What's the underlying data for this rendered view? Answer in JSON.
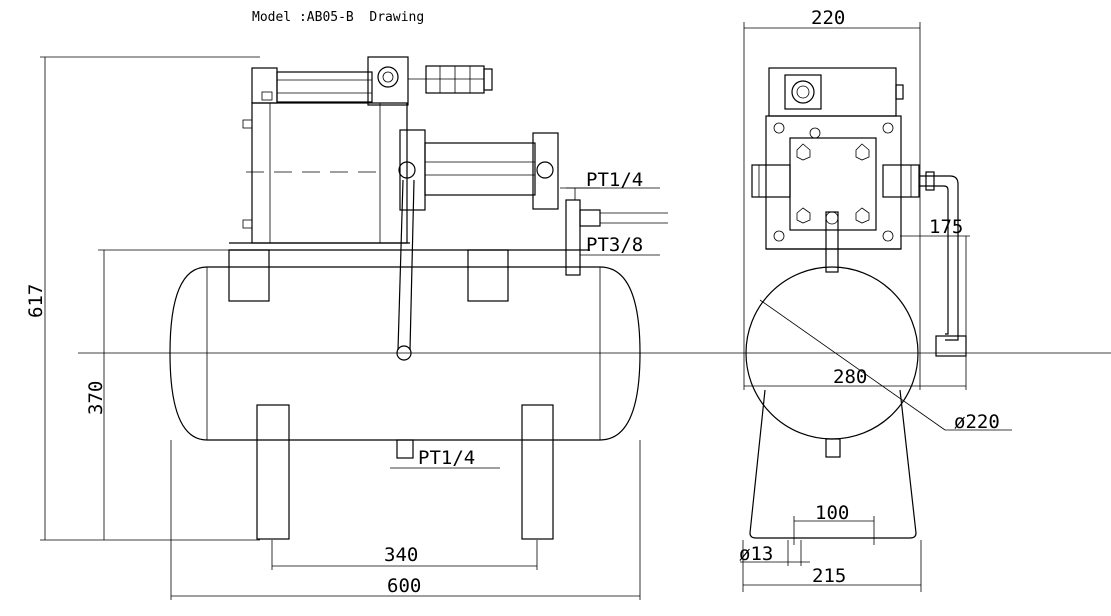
{
  "title": "Model :AB05-B  Drawing",
  "dimensions": {
    "height_total": "617",
    "height_axis": "370",
    "leg_spacing": "340",
    "tank_length": "600",
    "width_top": "220",
    "port_pt14_top": "PT1/4",
    "port_pt38": "PT3/8",
    "port_pt14_bottom": "PT1/4",
    "side_175": "175",
    "tank_width_280": "280",
    "tank_diameter": "ø220",
    "base_100": "100",
    "hole_13": "ø13",
    "base_215": "215"
  }
}
